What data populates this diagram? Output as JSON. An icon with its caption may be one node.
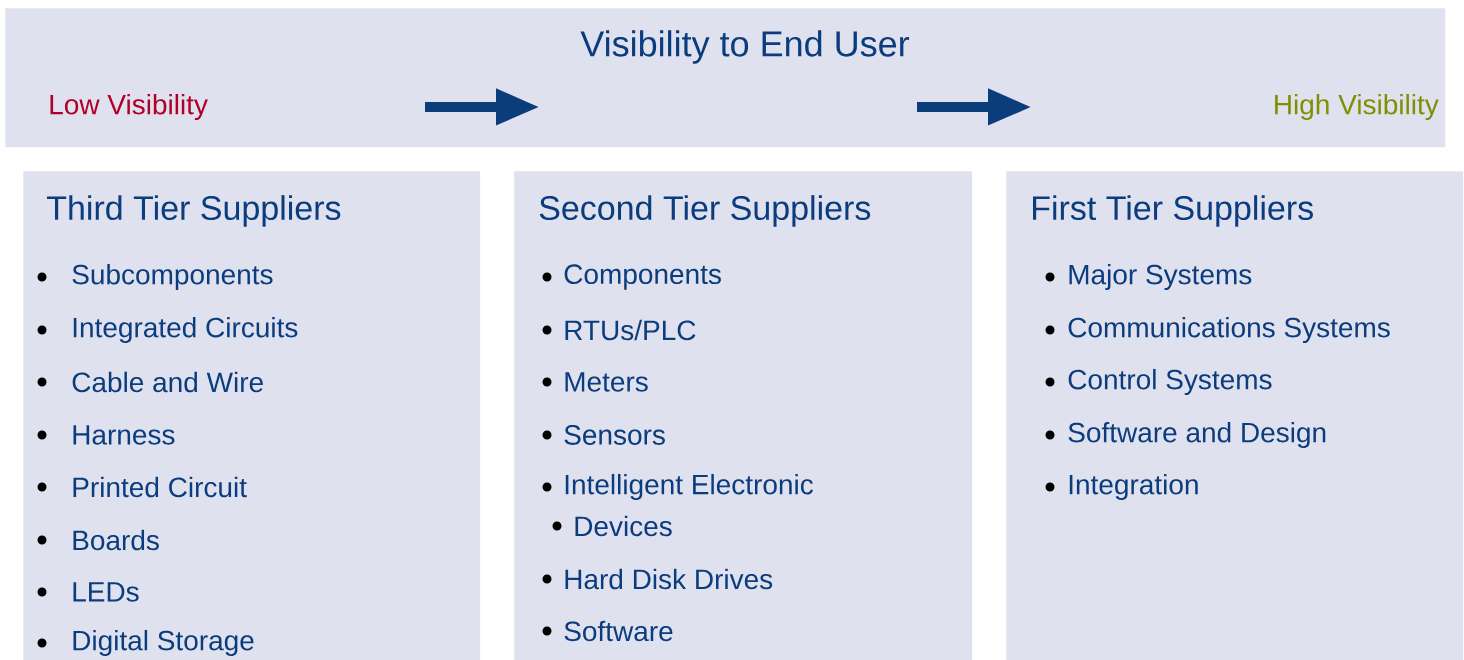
{
  "diagram": {
    "nodes": [
      {
        "text": [
          "Visibility to End User",
          "Low Visibility",
          "High Visibility"
        ]
      },
      {
        "text": [
          "Third Tier Suppliers",
          "Subcomponents",
          "Integrated Circuits",
          "Cable and Wire",
          "Harness",
          "Printed Circuit",
          "Boards",
          "LEDs",
          "Digital Storage"
        ]
      },
      {
        "text": [
          "Second Tier Suppliers",
          "Components",
          "RTUs/PLC",
          "Meters",
          "Sensors",
          "Intelligent Electronic",
          "Devices",
          "Hard Disk Drives",
          "Software"
        ]
      },
      {
        "text": [
          "First Tier Suppliers",
          "Major Systems",
          "Communications Systems",
          "Control Systems",
          "Software and Design",
          "Integration"
        ]
      }
    ]
  }
}
